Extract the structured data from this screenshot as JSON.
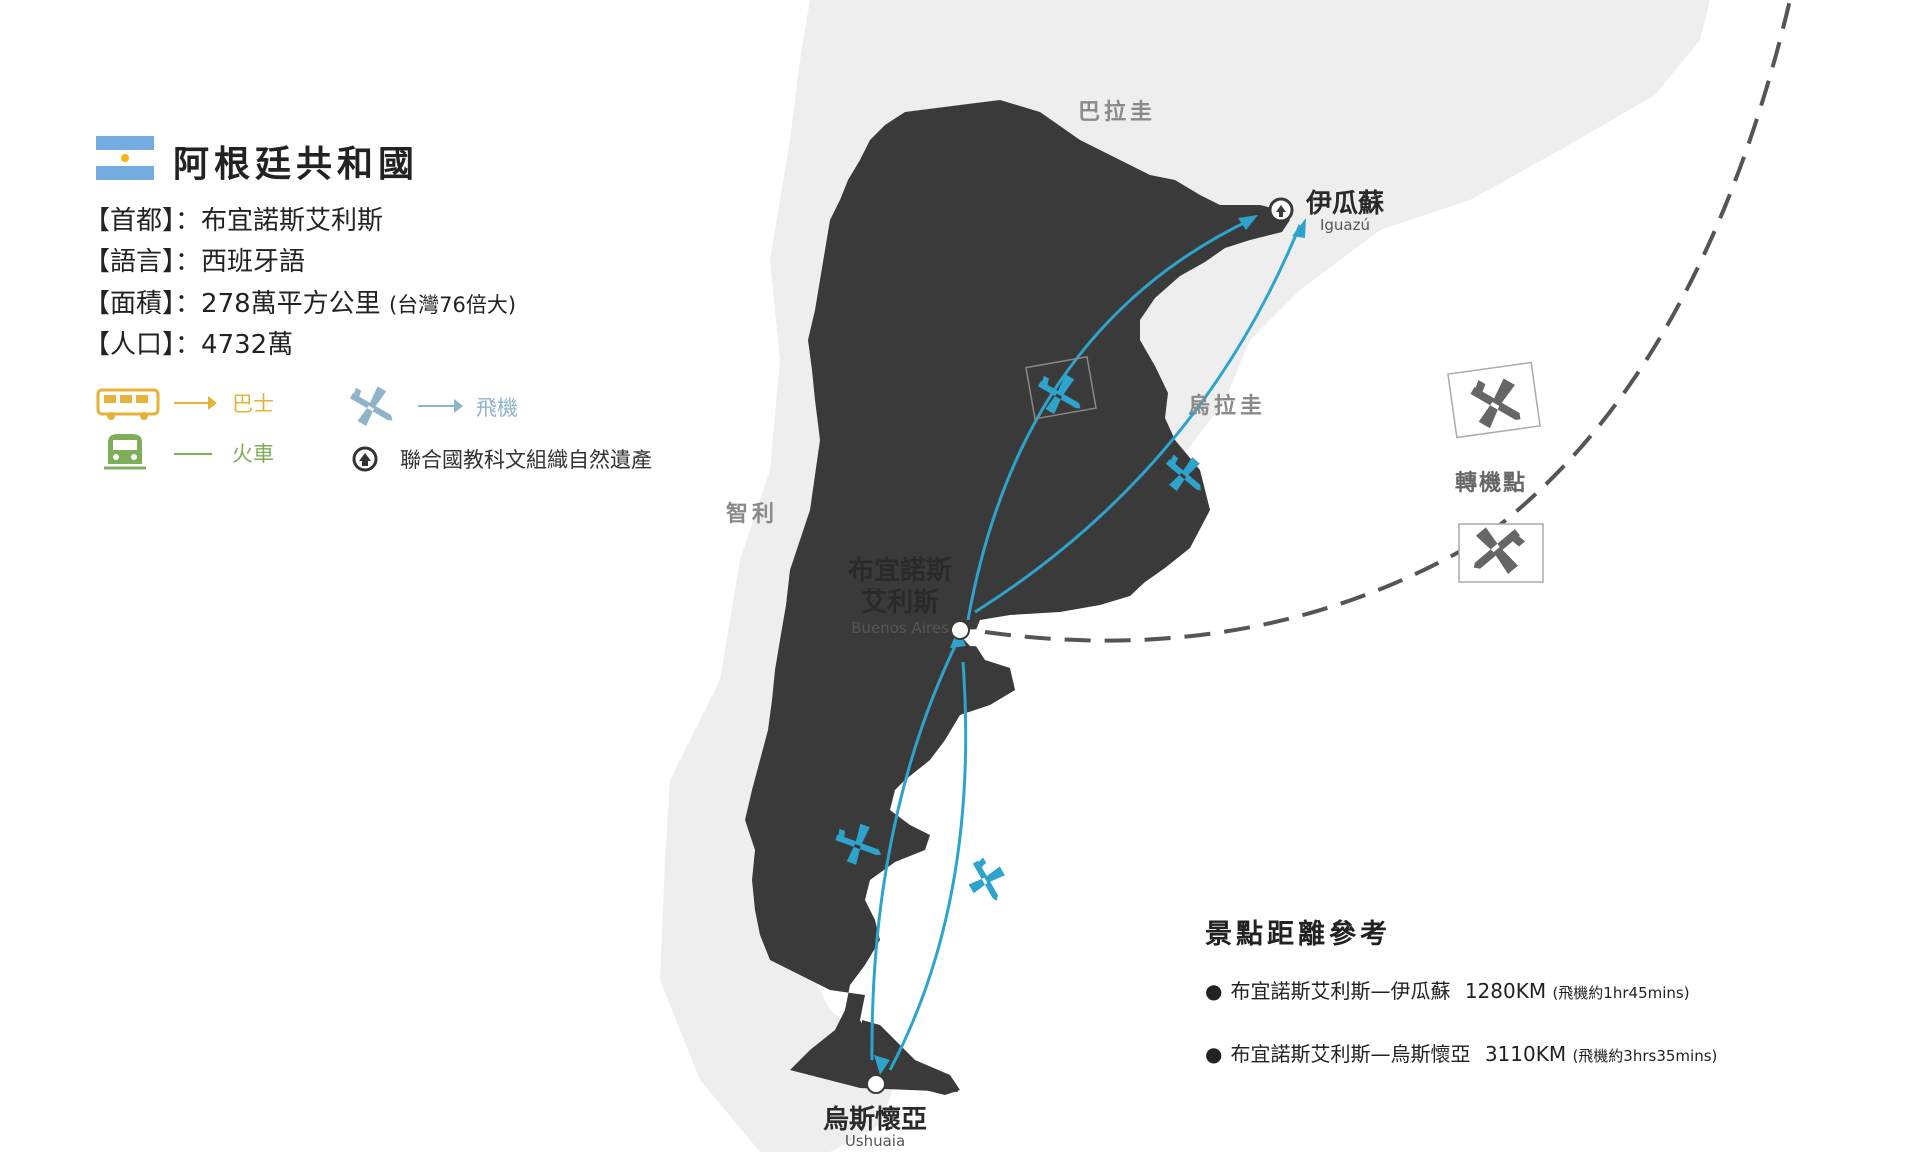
{
  "header": {
    "title": "阿根廷共和國",
    "flag_colors": {
      "blue": "#74ACDF",
      "white": "#FFFFFF",
      "sun": "#F6B40E"
    }
  },
  "info": [
    {
      "label": "【首都】",
      "sep": "：",
      "value": "布宜諾斯艾利斯",
      "note": ""
    },
    {
      "label": "【語言】",
      "sep": "：",
      "value": "西班牙語",
      "note": ""
    },
    {
      "label": "【面積】",
      "sep": "：",
      "value": "278萬平方公里",
      "note": "(台灣76倍大)"
    },
    {
      "label": "【人口】",
      "sep": "：",
      "value": "4732萬",
      "note": ""
    }
  ],
  "legend": {
    "bus": {
      "label": "巴士",
      "color": "#E5B23A",
      "icon": "bus-icon"
    },
    "train": {
      "label": "火車",
      "color": "#7FAE58",
      "icon": "train-icon"
    },
    "plane": {
      "label": "飛機",
      "color": "#8FB3C9",
      "icon": "airplane-icon"
    },
    "unesco": {
      "label": "聯合國教科文組織自然遺產",
      "icon": "unesco-heritage-icon"
    }
  },
  "countries": {
    "paraguay": "巴拉圭",
    "uruguay": "烏拉圭",
    "chile": "智利"
  },
  "cities": {
    "buenos_aires": {
      "zh_line1": "布宜諾斯",
      "zh_line2": "艾利斯",
      "en": "Buenos Aires"
    },
    "iguazu": {
      "zh": "伊瓜蘇",
      "en": "Iguazú"
    },
    "ushuaia": {
      "zh": "烏斯懷亞",
      "en": "Ushuaia"
    }
  },
  "transfer_label": "轉機點",
  "distances": {
    "title": "景點距離參考",
    "items": [
      {
        "route": "布宜諾斯艾利斯—伊瓜蘇",
        "km": "1280KM",
        "note": "(飛機約1hr45mins)"
      },
      {
        "route": "布宜諾斯艾利斯—烏斯懷亞",
        "km": "3110KM",
        "note": "(飛機約3hrs35mins)"
      }
    ]
  },
  "colors": {
    "argentina": "#3a3a3a",
    "neighbors": "#eeeeee",
    "route": "#2ea3cc",
    "dashed_route": "#555555"
  }
}
